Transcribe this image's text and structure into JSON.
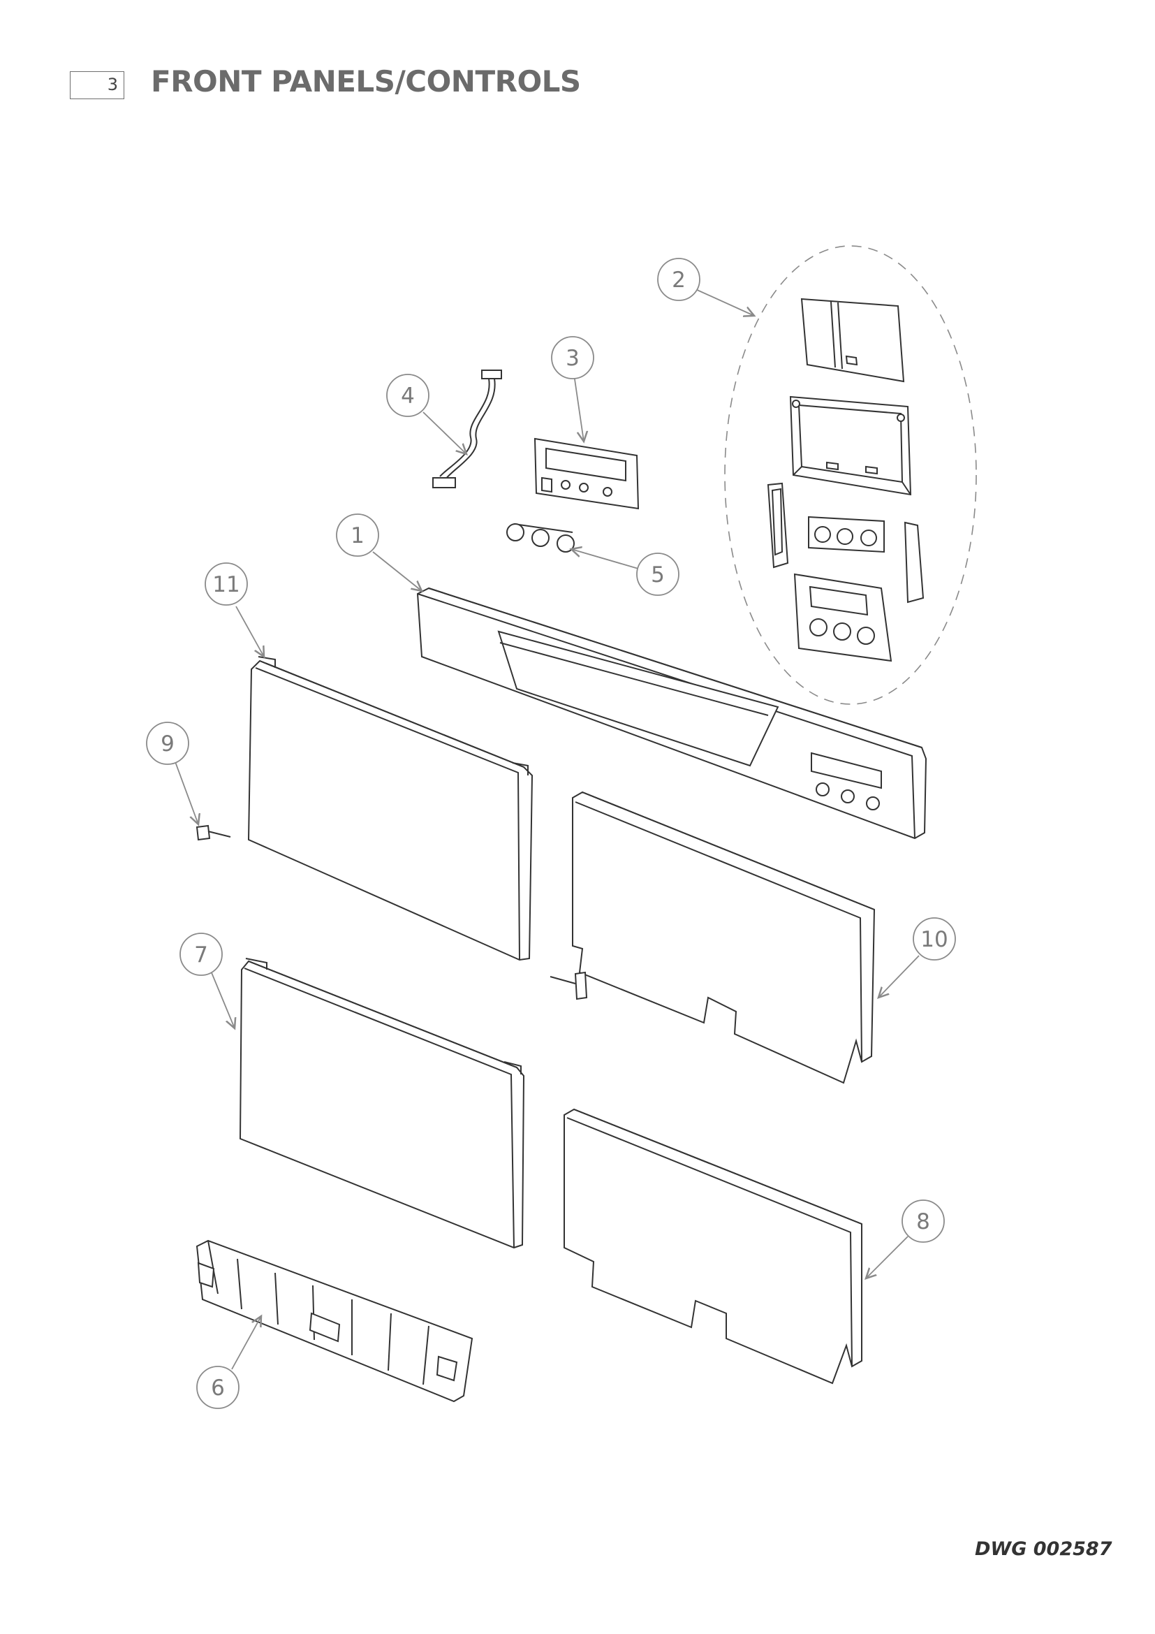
{
  "header": {
    "section_number": "3",
    "title": "FRONT PANELS/CONTROLS"
  },
  "callouts": [
    {
      "id": "callout-1",
      "label": "1"
    },
    {
      "id": "callout-2",
      "label": "2"
    },
    {
      "id": "callout-3",
      "label": "3"
    },
    {
      "id": "callout-4",
      "label": "4"
    },
    {
      "id": "callout-5",
      "label": "5"
    },
    {
      "id": "callout-6",
      "label": "6"
    },
    {
      "id": "callout-7",
      "label": "7"
    },
    {
      "id": "callout-8",
      "label": "8"
    },
    {
      "id": "callout-9",
      "label": "9"
    },
    {
      "id": "callout-10",
      "label": "10"
    },
    {
      "id": "callout-11",
      "label": "11"
    }
  ],
  "footer": {
    "drawing_number": "DWG 002587"
  },
  "colors": {
    "line": "#333333",
    "callout": "#8a8a8a",
    "title": "#6b6b6b"
  }
}
